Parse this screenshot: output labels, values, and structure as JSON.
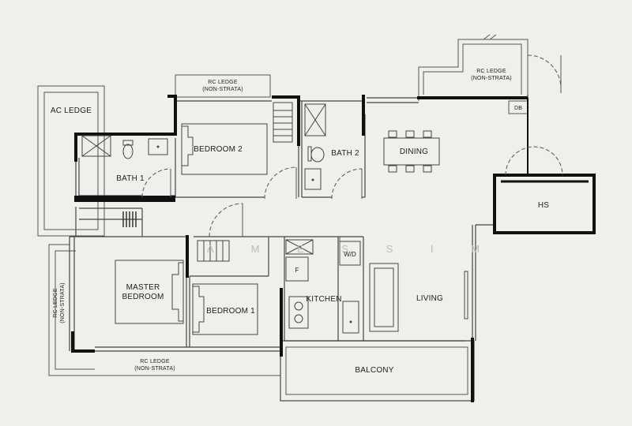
{
  "labels": {
    "ac_ledge": "AC LEDGE",
    "rc_ledge_top": "RC LEDGE",
    "rc_ledge_top_sub": "(NON-STRATA)",
    "rc_ledge_right": "RC LEDGE",
    "rc_ledge_right_sub": "(NON-STRATA)",
    "rc_ledge_left": "RC LEDGE",
    "rc_ledge_left_sub": "(NON-STRATA)",
    "rc_ledge_bottom": "RC LEDGE",
    "rc_ledge_bottom_sub": "(NON-STRATA)",
    "db": "DB",
    "bedroom2": "BEDROOM 2",
    "bath1": "BATH 1",
    "bath2": "BATH 2",
    "dining": "DINING",
    "hs": "HS",
    "master_line1": "MASTER",
    "master_line2": "BEDROOM",
    "bedroom1": "BEDROOM 1",
    "kitchen": "KITCHEN",
    "living": "LIVING",
    "balcony": "BALCONY",
    "fridge": "F",
    "washer_dryer": "W/D"
  },
  "watermark": "A M E S   S I M",
  "colors": {
    "background": "#f0efeb",
    "wall": "#111111",
    "line": "#555555",
    "text": "#222222"
  }
}
